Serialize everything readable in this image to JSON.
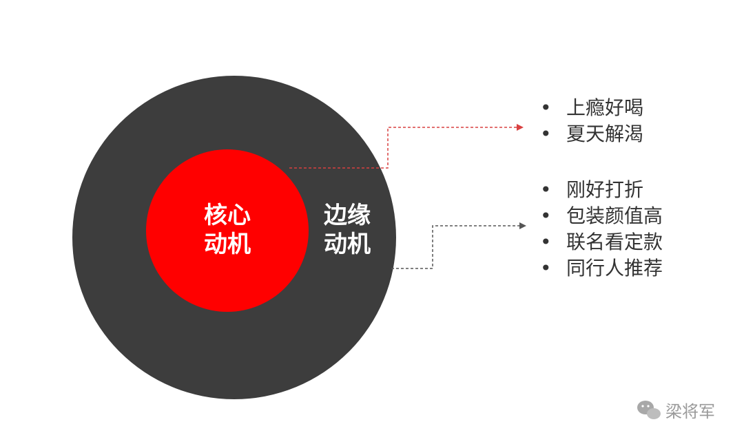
{
  "diagram": {
    "inner_circle": {
      "label_line1": "核心",
      "label_line2": "动机",
      "color": "#ff0000"
    },
    "outer_circle": {
      "label_line1": "边缘",
      "label_line2": "动机",
      "color": "#3d3d3d"
    },
    "arrow_color": "#d94040",
    "arrow_color_outer": "#555555",
    "core_list": [
      "上瘾好喝",
      "夏天解渴"
    ],
    "edge_list": [
      "刚好打折",
      "包装颜值高",
      "联名看定款",
      "同行人推荐"
    ],
    "bullet_symbol": "•",
    "text_color": "#333333"
  },
  "watermark": {
    "text": "梁将军",
    "icon": "wechat-icon"
  }
}
